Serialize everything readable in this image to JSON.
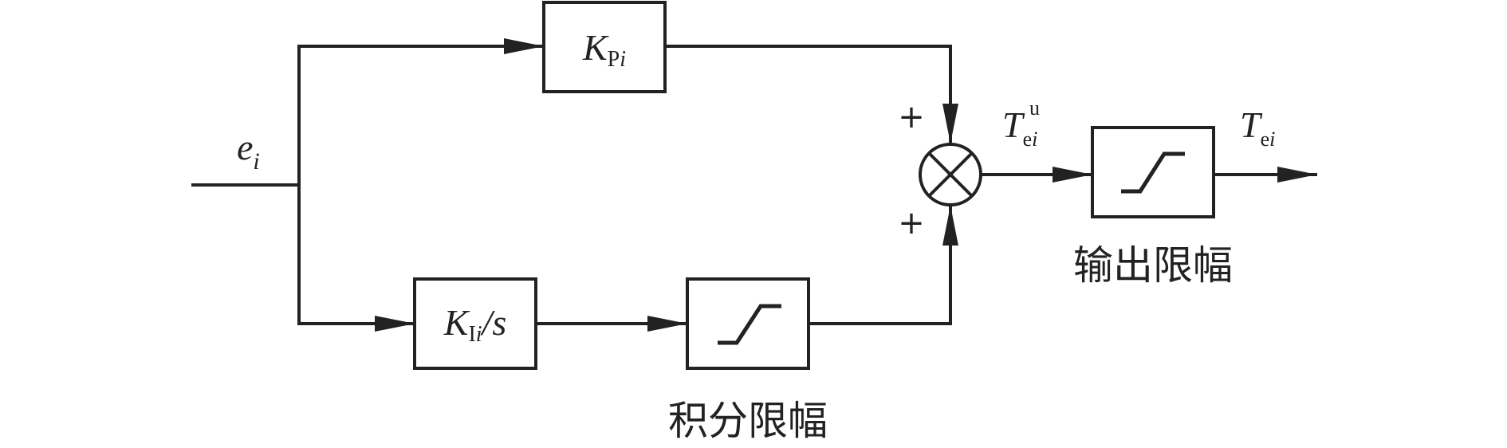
{
  "input_signal": {
    "symbol": "e",
    "subscript": "i"
  },
  "proportional_block": {
    "symbol": "K",
    "subscript": "P",
    "subscript_italic": "i"
  },
  "integral_block": {
    "symbol": "K",
    "subscript": "I",
    "subscript_italic": "i",
    "suffix": "/s"
  },
  "integral_limiter": {
    "label": "积分限幅"
  },
  "summing_junction": {
    "sign_top": "+",
    "sign_bottom": "+"
  },
  "unlimited_output": {
    "symbol": "T",
    "subscript": "e",
    "subscript_italic": "i",
    "superscript": "u"
  },
  "output_limiter": {
    "label": "输出限幅"
  },
  "output_signal": {
    "symbol": "T",
    "subscript": "e",
    "subscript_italic": "i"
  },
  "colors": {
    "stroke": "#222222",
    "background": "#ffffff"
  }
}
